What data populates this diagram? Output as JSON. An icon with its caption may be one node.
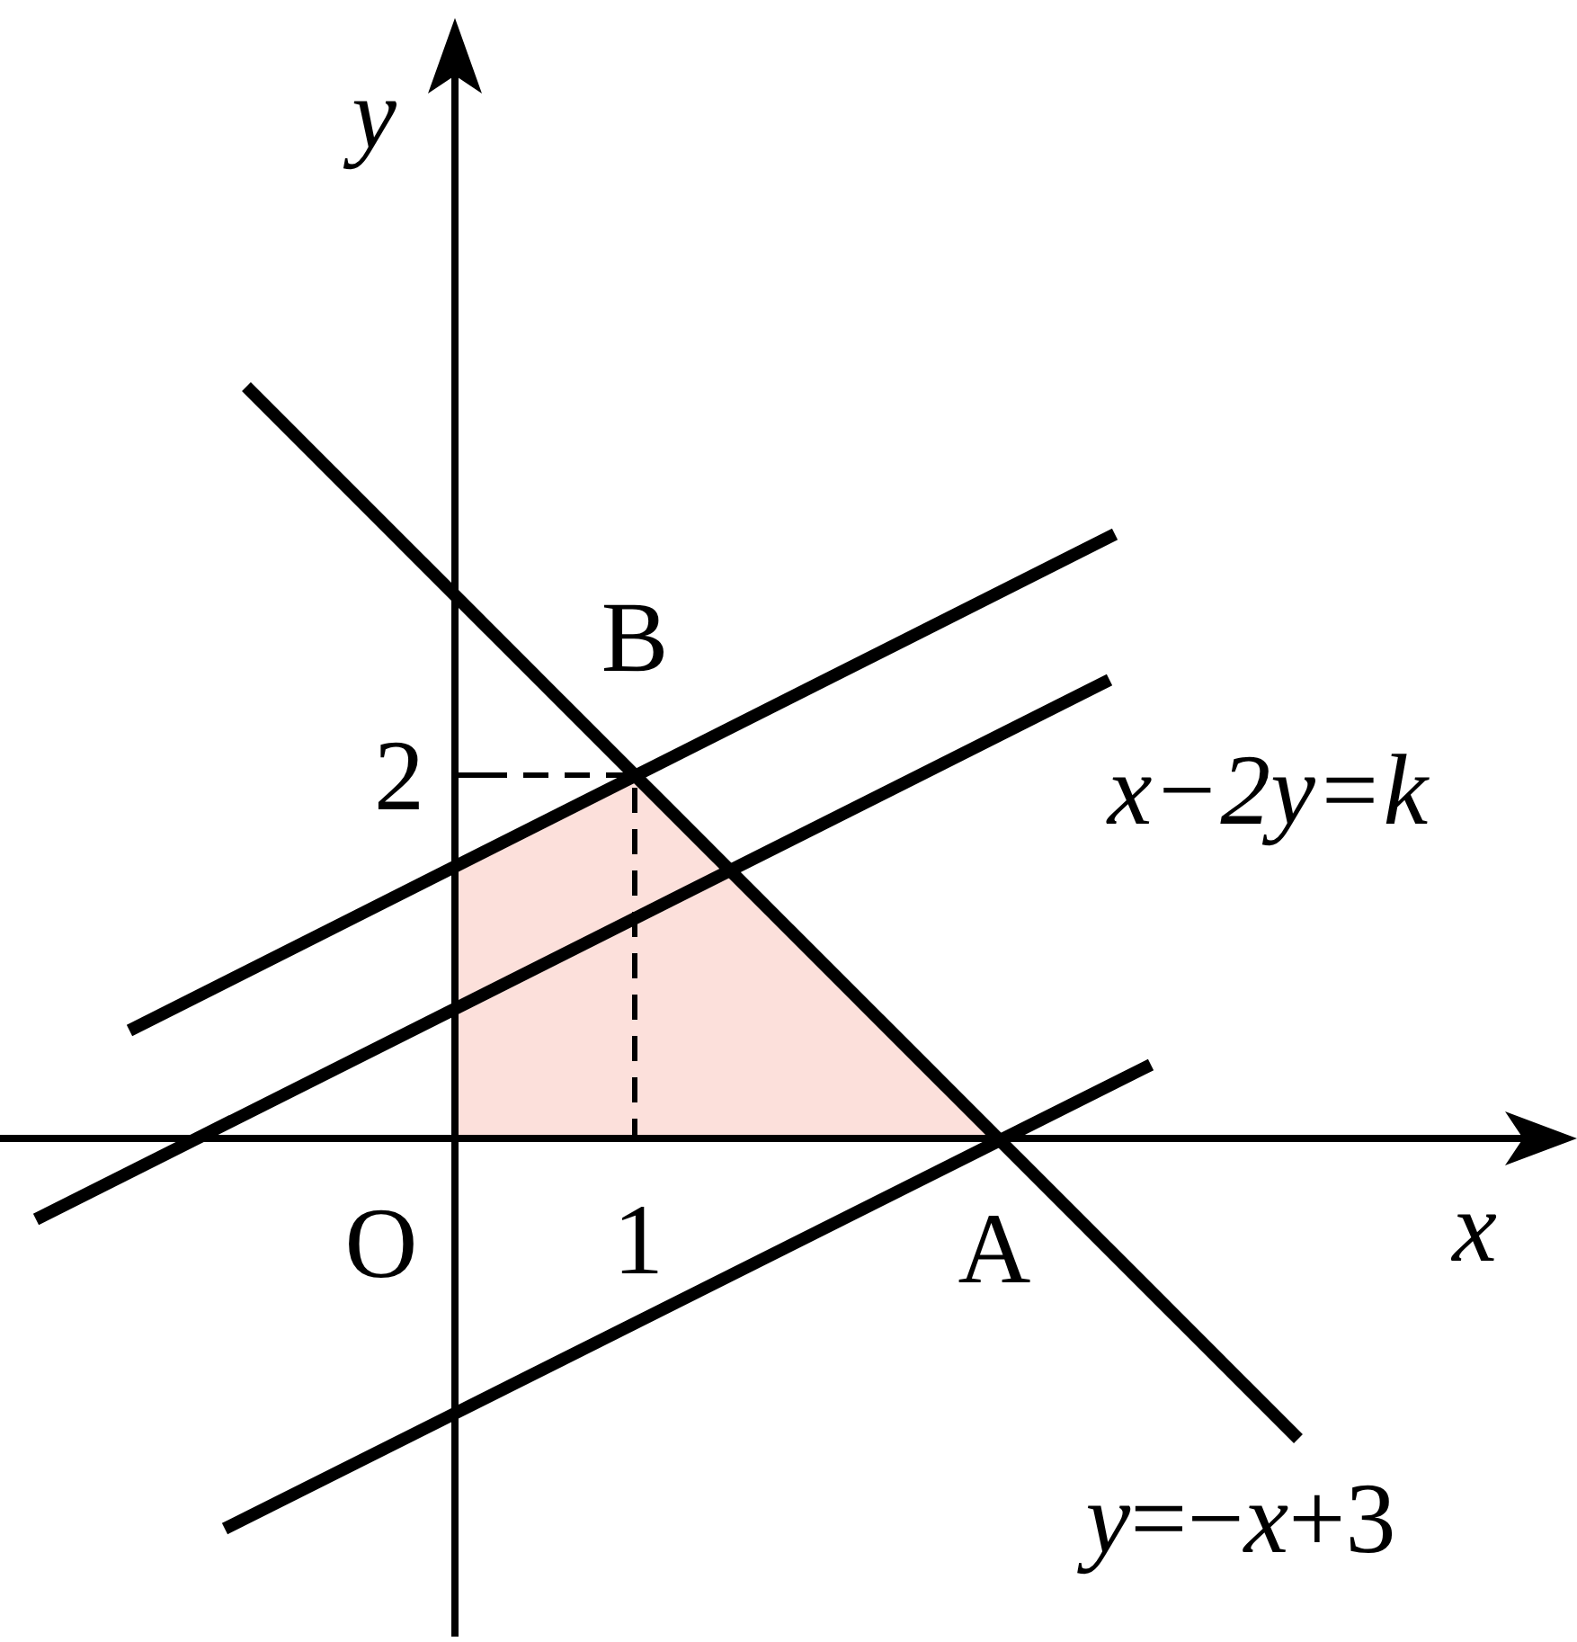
{
  "diagram": {
    "labels": [
      "*y*",
      "B",
      "2",
      "x−2y=k",
      "O",
      "1",
      "A",
      "*x*",
      "*y*=−*x*+3"
    ]
  }
}
